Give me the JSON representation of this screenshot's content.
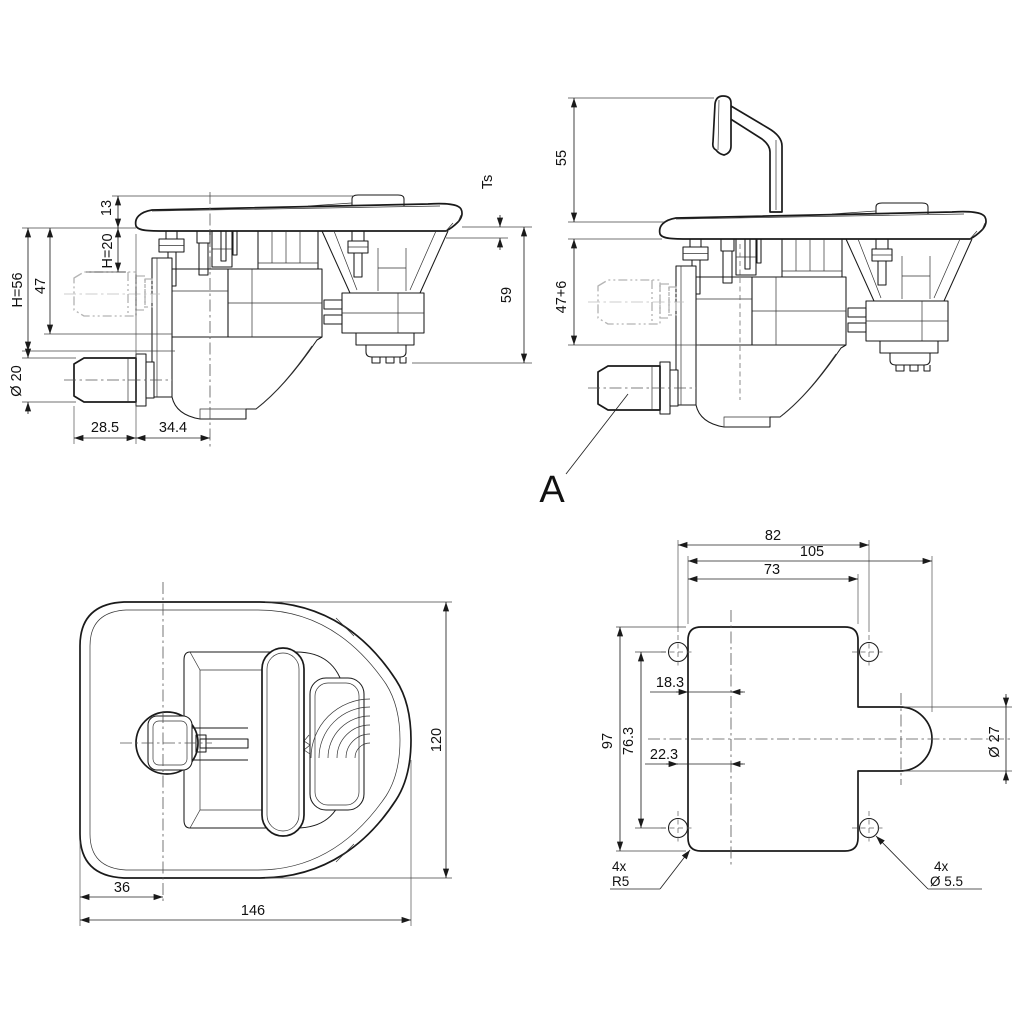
{
  "colors": {
    "line": "#1a1a1a",
    "ghost": "#b5b5b5",
    "background": "#ffffff"
  },
  "views": {
    "side_closed": {
      "dims": {
        "tab13": "13",
        "h20": "H=20",
        "h56": "H=56",
        "c47": "47",
        "dia20": "Ø 20",
        "w285": "28.5",
        "w344": "34.4",
        "ts": "Ts",
        "d59": "59"
      }
    },
    "side_open": {
      "dims": {
        "h55": "55",
        "h476": "47+6"
      },
      "detail_label": "A"
    },
    "front": {
      "dims": {
        "h120": "120",
        "w36": "36",
        "w146": "146"
      }
    },
    "mounting": {
      "dims": {
        "s82": "82",
        "w105": "105",
        "w73": "73",
        "e183": "18.3",
        "e223": "22.3",
        "s763": "76.3",
        "h97": "97",
        "dia27": "Ø 27"
      },
      "notes": {
        "radius_qty": "4x",
        "radius": "R5",
        "holes_qty": "4x",
        "holes_dia": "Ø 5.5"
      }
    }
  }
}
